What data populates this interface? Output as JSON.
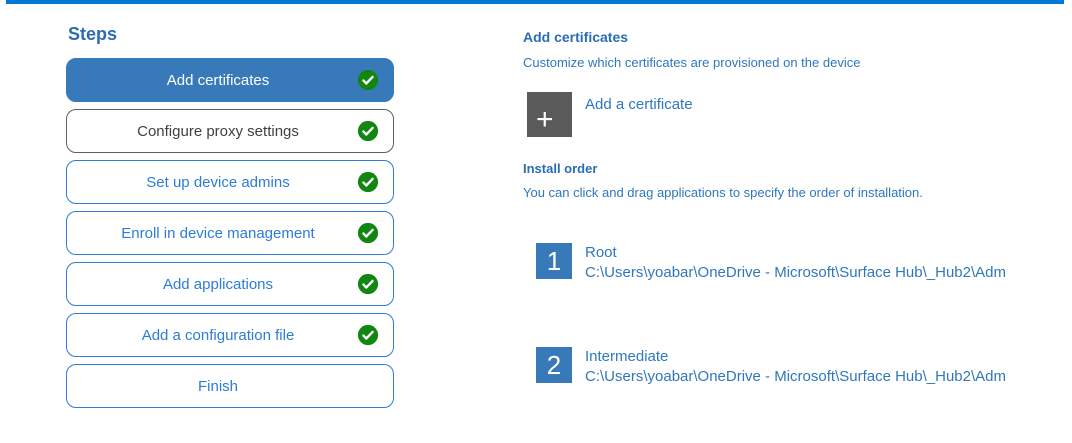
{
  "colors": {
    "top_bar": "#0078d7",
    "selected_step_bg": "#3879b9",
    "step_border_blue": "#2d7cd6",
    "neutral_step_border": "#606060",
    "neutral_step_text": "#404040",
    "heading_blue": "#2a6db4",
    "body_blue": "#2f77bf",
    "check_green": "#118611",
    "add_tile_gray": "#5a5a5a",
    "number_tile_blue": "#3879b9"
  },
  "steps_panel": {
    "title": "Steps",
    "items": [
      {
        "label": "Add certificates",
        "variant": "selected",
        "completed": true
      },
      {
        "label": "Configure proxy settings",
        "variant": "neutral",
        "completed": true
      },
      {
        "label": "Set up device admins",
        "variant": "default",
        "completed": true
      },
      {
        "label": "Enroll in device management",
        "variant": "default",
        "completed": true
      },
      {
        "label": "Add applications",
        "variant": "default",
        "completed": true
      },
      {
        "label": "Add a configuration file",
        "variant": "default",
        "completed": true
      },
      {
        "label": "Finish",
        "variant": "default",
        "completed": false
      }
    ]
  },
  "content": {
    "title": "Add certificates",
    "subtitle": "Customize which certificates are provisioned on the device",
    "add_button": {
      "icon": "plus-icon",
      "glyph": "+",
      "label": "Add a certificate"
    },
    "install_order": {
      "title": "Install order",
      "description": "You can click and drag applications to specify the order of installation.",
      "items": [
        {
          "number": "1",
          "name": "Root",
          "path": "C:\\Users\\yoabar\\OneDrive - Microsoft\\Surface Hub\\_Hub2\\Adm"
        },
        {
          "number": "2",
          "name": "Intermediate",
          "path": "C:\\Users\\yoabar\\OneDrive - Microsoft\\Surface Hub\\_Hub2\\Adm"
        }
      ]
    }
  }
}
